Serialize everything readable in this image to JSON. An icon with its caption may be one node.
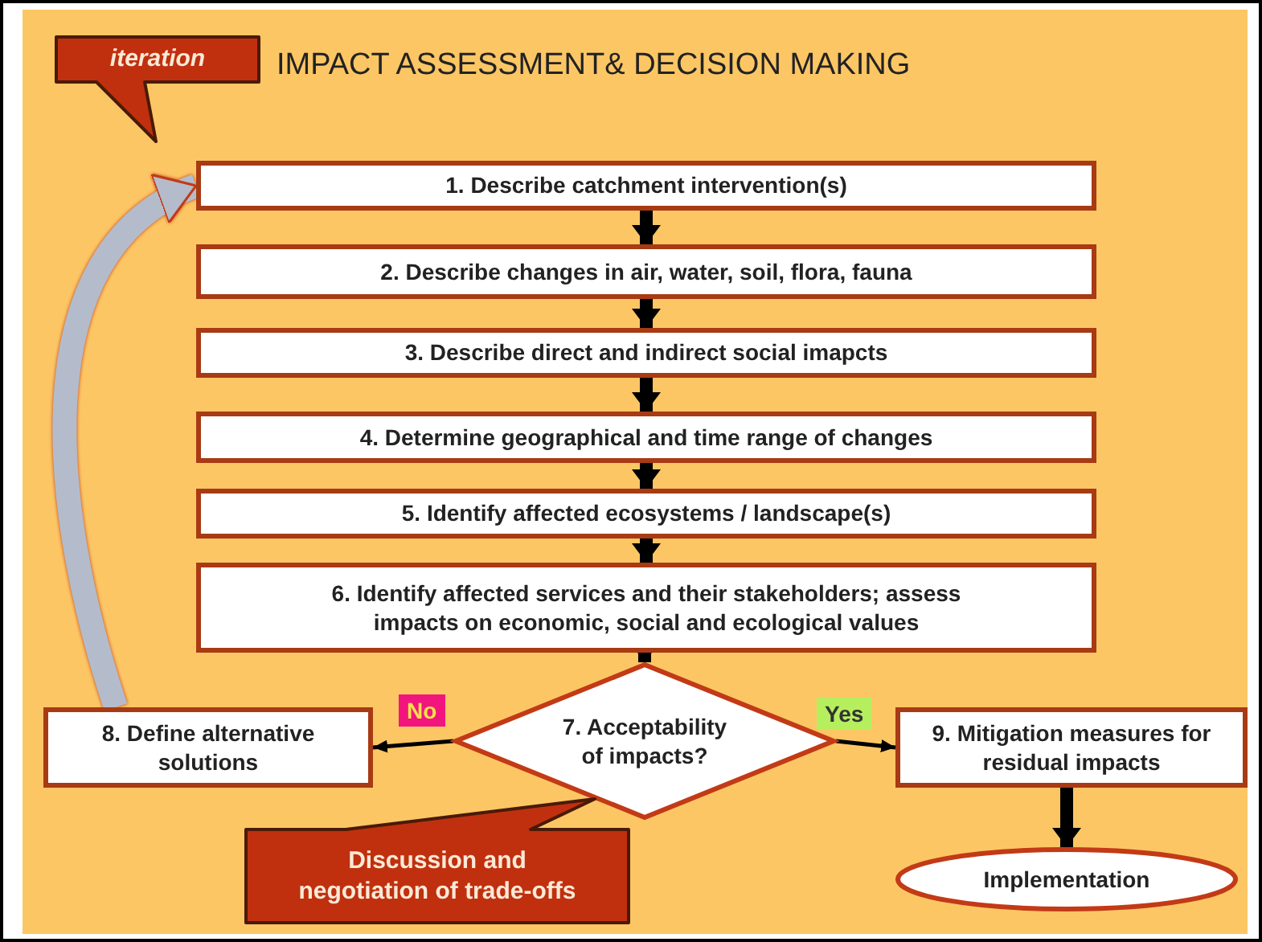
{
  "diagram": {
    "title": "IMPACT ASSESSMENT& DECISION MAKING",
    "nodes": [
      {
        "text": [
          "iteration"
        ]
      },
      {
        "text": [
          "1. Describe catchment intervention(s)"
        ]
      },
      {
        "text": [
          "2. Describe changes in air, water, soil,  flora, fauna"
        ]
      },
      {
        "text": [
          "3. Describe direct and indirect social imapcts"
        ]
      },
      {
        "text": [
          "4. Determine geographical and time range of changes"
        ]
      },
      {
        "text": [
          "5. Identify affected ecosystems / landscape(s)"
        ]
      },
      {
        "text": [
          "6. Identify affected services and their stakeholders; assess impacts on economic, social and ecological values"
        ]
      },
      {
        "text": [
          "7. Acceptability of impacts?"
        ]
      },
      {
        "text": [
          "8. Define alternative solutions"
        ]
      },
      {
        "text": [
          "9. Mitigation measures for residual impacts"
        ]
      },
      {
        "text": [
          "Implementation"
        ]
      },
      {
        "text": [
          "Discussion and negotiation of trade-offs"
        ]
      }
    ],
    "edges": [
      {
        "from": 1,
        "to": 2,
        "arrow": "to"
      },
      {
        "from": 2,
        "to": 3,
        "arrow": "to"
      },
      {
        "from": 3,
        "to": 4,
        "arrow": "to"
      },
      {
        "from": 4,
        "to": 5,
        "arrow": "to"
      },
      {
        "from": 5,
        "to": 6,
        "arrow": "to"
      },
      {
        "from": 6,
        "to": 7,
        "arrow": "to"
      },
      {
        "from": 7,
        "to": 8,
        "arrow": "to",
        "label": "No"
      },
      {
        "from": 7,
        "to": 9,
        "arrow": "to",
        "label": "Yes"
      },
      {
        "from": 9,
        "to": 10,
        "arrow": "to"
      },
      {
        "from": 8,
        "to": 1,
        "arrow": "to",
        "style": "thick",
        "color": "#b4bccb"
      }
    ]
  }
}
